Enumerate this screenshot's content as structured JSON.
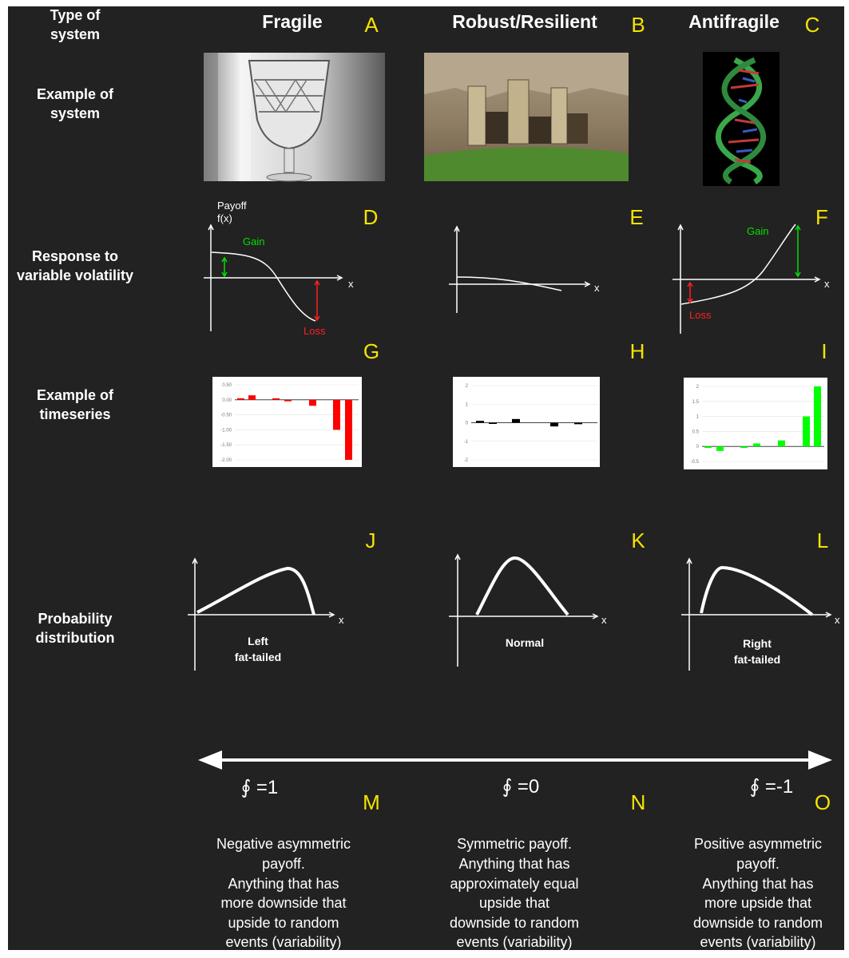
{
  "row_labels": {
    "type": [
      "Type of",
      "system"
    ],
    "example": [
      "Example of",
      "system"
    ],
    "response": [
      "Response to",
      "variable volatility"
    ],
    "timeseries": [
      "Example of",
      "timeseries"
    ],
    "probability": [
      "Probability",
      "distribution"
    ]
  },
  "columns": [
    {
      "title": "Fragile",
      "letters": [
        "A",
        "D",
        "G",
        "J",
        "M"
      ]
    },
    {
      "title": "Robust/Resilient",
      "letters": [
        "B",
        "E",
        "H",
        "K",
        "N"
      ]
    },
    {
      "title": "Antifragile",
      "letters": [
        "C",
        "F",
        "I",
        "L",
        "O"
      ]
    }
  ],
  "payoff": {
    "axis_label_1": "Payoff",
    "axis_label_2": "f(x)",
    "x_label": "x",
    "gain": "Gain",
    "loss": "Loss"
  },
  "timeseries": {
    "fragile_ticks": [
      "0.50",
      "0.00",
      "-0.50",
      "-1.00",
      "-1.50",
      "-2.00"
    ],
    "robust_ticks": [
      "2",
      "1",
      "0",
      "-1",
      "-2"
    ],
    "antifragile_ticks": [
      "2",
      "1.5",
      "1",
      "0.5",
      "0",
      "-0.5"
    ]
  },
  "chart_data": [
    {
      "type": "bar",
      "title": "",
      "values": [
        0.05,
        0.15,
        0.05,
        -0.05,
        -0.2,
        -1.0,
        -2.0
      ],
      "ylim": [
        -2.0,
        0.5
      ],
      "colors": [
        "#ff0000"
      ]
    },
    {
      "type": "bar",
      "title": "",
      "values": [
        0.1,
        -0.05,
        0.2,
        -0.2,
        -0.08
      ],
      "ylim": [
        -2,
        2
      ],
      "colors": [
        "#000000"
      ]
    },
    {
      "type": "bar",
      "title": "",
      "values": [
        -0.05,
        -0.15,
        -0.05,
        0.1,
        0.2,
        1.0,
        2.0
      ],
      "ylim": [
        -0.5,
        2
      ],
      "colors": [
        "#00ff00"
      ]
    }
  ],
  "distributions": {
    "x_label": "x",
    "left": [
      "Left",
      "fat-tailed"
    ],
    "normal": "Normal",
    "right": [
      "Right",
      "fat-tailed"
    ]
  },
  "convexity": {
    "fragile": "∮ =1",
    "robust": "∮ =0",
    "antifragile": "∮ =-1"
  },
  "descriptions": {
    "fragile": [
      "Negative asymmetric",
      "payoff.",
      "Anything that has",
      "more downside that",
      "upside to random",
      "events (variability)"
    ],
    "robust": [
      "Symmetric payoff.",
      "Anything that has",
      "approximately equal",
      "upside that",
      "downside to random",
      "events (variability)"
    ],
    "antifragile": [
      "Positive asymmetric",
      "payoff.",
      "Anything that has",
      "more upside that",
      "downside to random",
      "events (variability)"
    ]
  },
  "colors": {
    "background": "#222222",
    "letters": "#f5e400",
    "gain": "#00e000",
    "loss": "#ff2020",
    "text": "#ffffff"
  }
}
